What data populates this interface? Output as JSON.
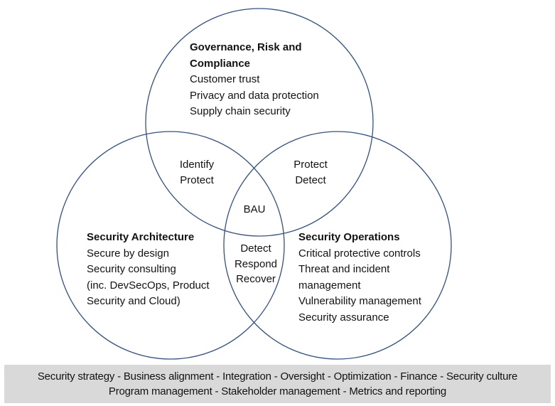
{
  "colors": {
    "circle_stroke": "#35507E",
    "text": "#121212",
    "footer_bg": "#D9D9D9",
    "page_bg": "#FFFFFF"
  },
  "diagram": {
    "grc": {
      "title_lines": [
        "Governance, Risk and",
        "Compliance"
      ],
      "items": [
        "Customer trust",
        "Privacy and data protection",
        "Supply chain security"
      ]
    },
    "architecture": {
      "title": "Security Architecture",
      "items": [
        "Secure by design",
        "Security consulting",
        "(inc. DevSecOps, Product",
        "Security and Cloud)"
      ]
    },
    "operations": {
      "title": "Security Operations",
      "items": [
        "Critical protective controls",
        "Threat and incident",
        "management",
        "Vulnerability management",
        "Security assurance"
      ]
    },
    "overlaps": {
      "grc_architecture": [
        "Identify",
        "Protect"
      ],
      "grc_operations": [
        "Protect",
        "Detect"
      ],
      "center": "BAU",
      "architecture_operations": [
        "Detect",
        "Respond",
        "Recover"
      ]
    }
  },
  "footer": {
    "line1": "Security strategy - Business alignment - Integration - Oversight - Optimization - Finance - Security culture",
    "line2": "Program management - Stakeholder management - Metrics and reporting"
  }
}
